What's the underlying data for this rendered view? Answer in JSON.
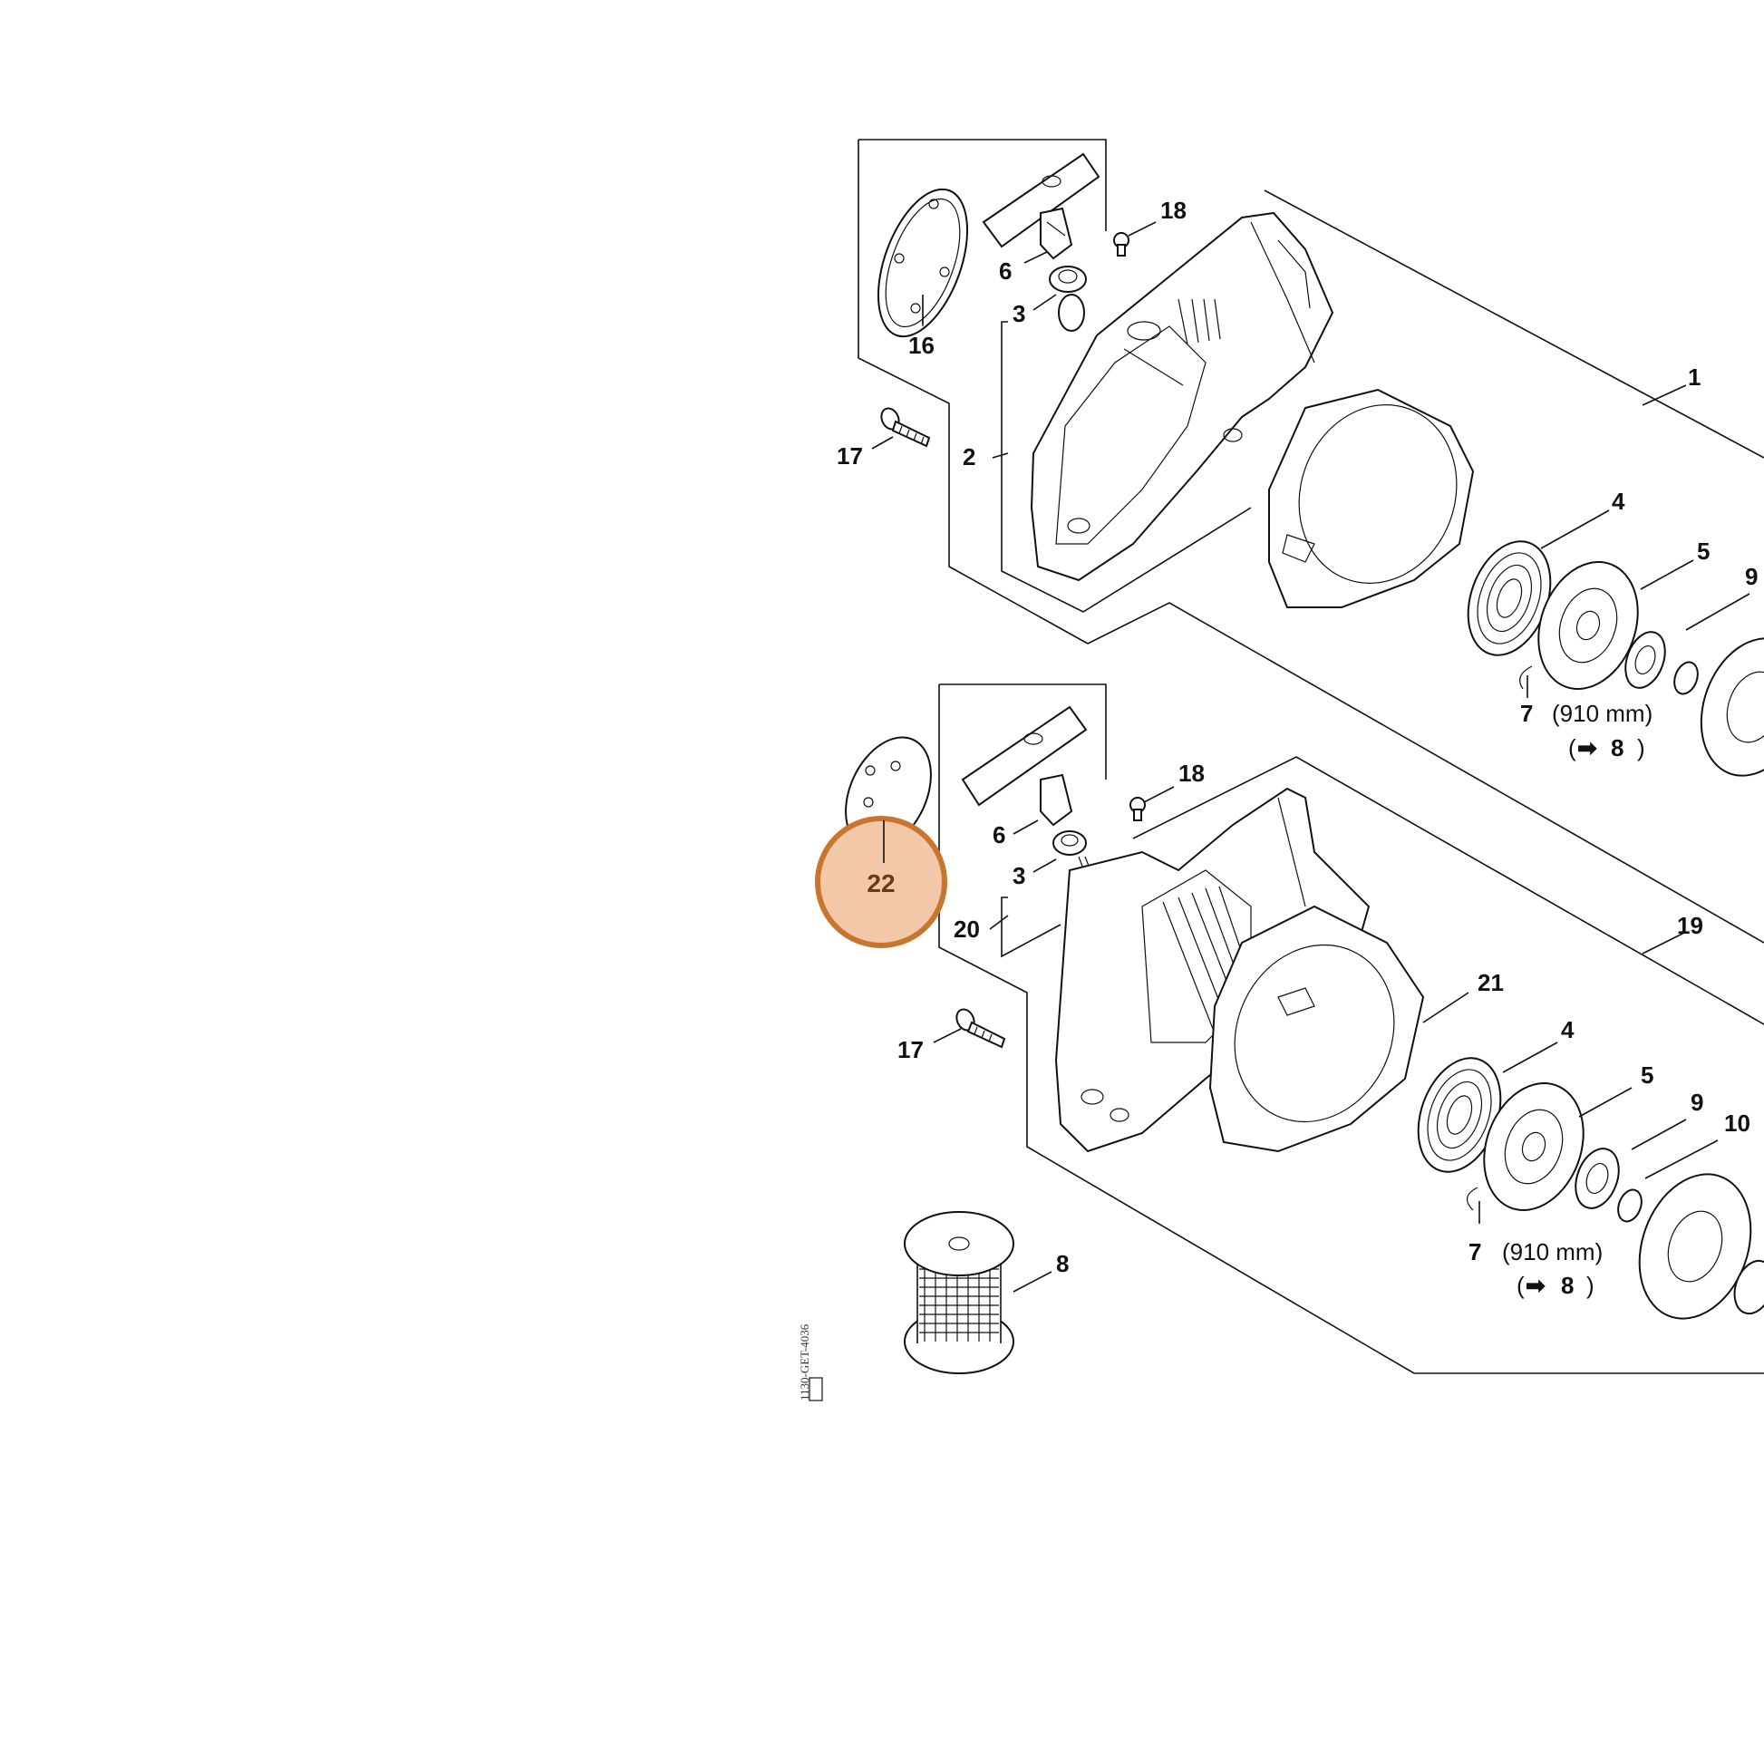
{
  "callouts": {
    "upper": {
      "l1": "1",
      "l2": "2",
      "l3": "3",
      "l4": "4",
      "l5": "5",
      "l6": "6",
      "l7": "7",
      "l7_note": "(910 mm)",
      "l8": "8",
      "l9": "9",
      "l16": "16",
      "l17": "17",
      "l18": "18"
    },
    "lower": {
      "l3": "3",
      "l4": "4",
      "l5": "5",
      "l6": "6",
      "l7": "7",
      "l7_note": "(910 mm)",
      "l8": "8",
      "l9": "9",
      "l10": "10",
      "l17": "17",
      "l18": "18",
      "l19": "19",
      "l20": "20",
      "l21": "21",
      "l22": "22"
    },
    "spool": {
      "l8": "8"
    }
  },
  "arrow_glyph": "➡",
  "drawing_code": "1130-GET-4036",
  "highlight": {
    "label": "22",
    "fill": "#f2c8a8",
    "stroke": "#c8752e"
  }
}
